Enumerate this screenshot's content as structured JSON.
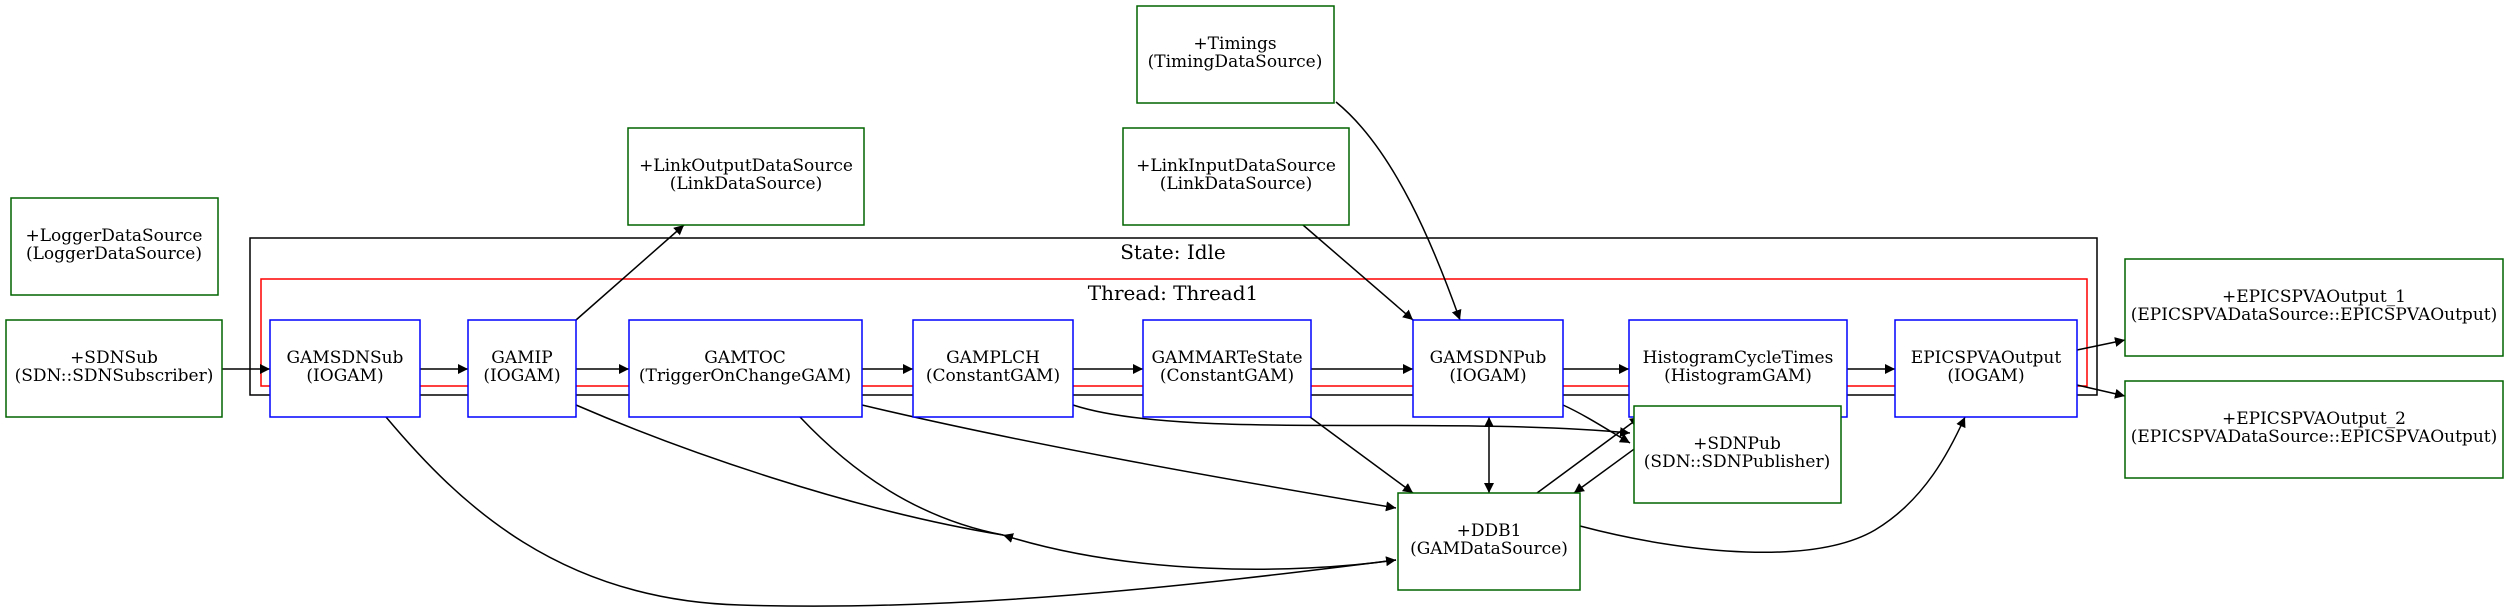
{
  "diagram": {
    "state": {
      "label": "State: Idle"
    },
    "thread": {
      "label": "Thread: Thread1"
    },
    "colors": {
      "gam": "#0000ff",
      "datasource": "#006400",
      "thread": "#ff0000",
      "state": "#000000",
      "edge": "#000000"
    },
    "gams": [
      {
        "id": "gamsdnsub",
        "name": "GAMSDNSub",
        "type": "(IOGAM)"
      },
      {
        "id": "gamip",
        "name": "GAMIP",
        "type": "(IOGAM)"
      },
      {
        "id": "gamtoc",
        "name": "GAMTOC",
        "type": "(TriggerOnChangeGAM)"
      },
      {
        "id": "gamplch",
        "name": "GAMPLCH",
        "type": "(ConstantGAM)"
      },
      {
        "id": "gammartestate",
        "name": "GAMMARTeState",
        "type": "(ConstantGAM)"
      },
      {
        "id": "gamsdnpub",
        "name": "GAMSDNPub",
        "type": "(IOGAM)"
      },
      {
        "id": "histogramcycletimes",
        "name": "HistogramCycleTimes",
        "type": "(HistogramGAM)"
      },
      {
        "id": "epicspvaoutput",
        "name": "EPICSPVAOutput",
        "type": "(IOGAM)"
      }
    ],
    "datasources": [
      {
        "id": "loggerdatasource",
        "name": "+LoggerDataSource",
        "type": "(LoggerDataSource)"
      },
      {
        "id": "sdnsub",
        "name": "+SDNSub",
        "type": "(SDN::SDNSubscriber)"
      },
      {
        "id": "linkoutputdatasource",
        "name": "+LinkOutputDataSource",
        "type": "(LinkDataSource)"
      },
      {
        "id": "timings",
        "name": "+Timings",
        "type": "(TimingDataSource)"
      },
      {
        "id": "linkinputdatasource",
        "name": "+LinkInputDataSource",
        "type": "(LinkDataSource)"
      },
      {
        "id": "epicspvaoutput1",
        "name": "+EPICSPVAOutput_1",
        "type": "(EPICSPVADataSource::EPICSPVAOutput)"
      },
      {
        "id": "epicspvaoutput2",
        "name": "+EPICSPVAOutput_2",
        "type": "(EPICSPVADataSource::EPICSPVAOutput)"
      },
      {
        "id": "sdnpub",
        "name": "+SDNPub",
        "type": "(SDN::SDNPublisher)"
      },
      {
        "id": "ddb1",
        "name": "+DDB1",
        "type": "(GAMDataSource)"
      }
    ]
  }
}
